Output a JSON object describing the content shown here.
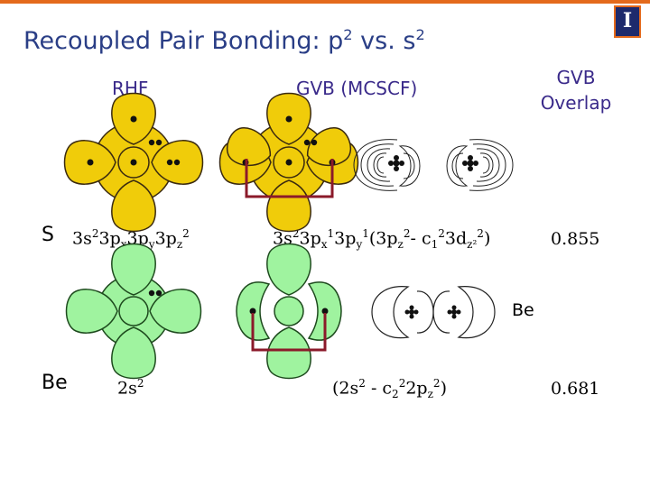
{
  "title": {
    "main": "Recoupled Pair Bonding: p",
    "exp1": "2",
    "mid": " vs. s",
    "exp2": "2"
  },
  "headers": {
    "rhf": "RHF",
    "gvb": "GVB (MCSCF)",
    "overlap_line1": "GVB",
    "overlap_line2": "Overlap"
  },
  "rows": {
    "s": {
      "label": "S",
      "rhf_config": {
        "p1": "3s",
        "e1": "2",
        "p2": "3p",
        "s2": "x",
        "p3": "3p",
        "s3": "y",
        "p4": "3p",
        "s4": "z",
        "e4": "2"
      },
      "gvb_config": {
        "p1": "3s",
        "e1": "2",
        "p2": "3p",
        "s2": "x",
        "e2": "1",
        "p3": "3p",
        "s3": "y",
        "e3": "1",
        "p4": "(3p",
        "s4": "z",
        "e4": "2",
        "p5": "- c",
        "s5": "1",
        "e5": "2",
        "p6": "3d",
        "s6": "z²",
        "e6": "2",
        "p7": ")"
      },
      "overlap": "0.855"
    },
    "be": {
      "label": "Be",
      "rhf_config": {
        "p1": "2s",
        "e1": "2"
      },
      "gvb_config": {
        "p1": "(2s",
        "e1": "2",
        "p2": " - c",
        "s2": "2",
        "e2": "2",
        "p3": "2p",
        "s3": "z",
        "e3": "2",
        "p4": ")"
      },
      "overlap": "0.681",
      "contour_label": "Be"
    }
  },
  "colors": {
    "sulfur_orbital": "#f0cc0a",
    "beryllium_orbital": "#9ff39f",
    "bracket": "#8b1a2a",
    "title": "#2a3e86"
  },
  "logo_letter": "I"
}
